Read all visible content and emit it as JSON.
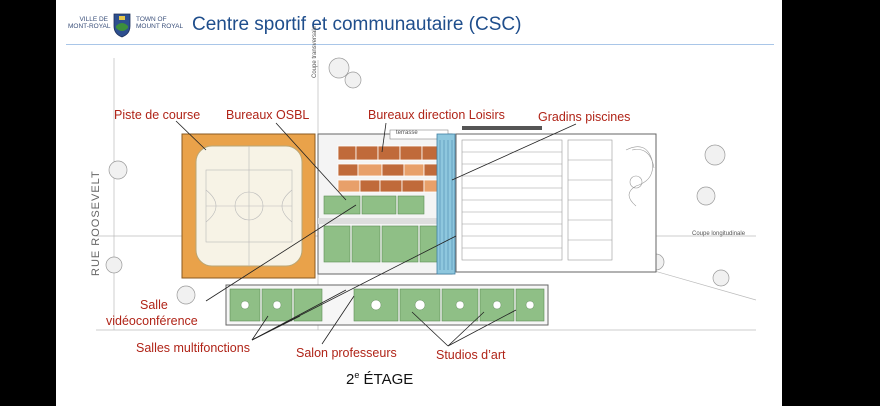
{
  "header": {
    "logo": {
      "left_text": [
        "VILLE DE",
        "MONT-ROYAL"
      ],
      "right_text": [
        "TOWN OF",
        "MOUNT ROYAL"
      ],
      "icon": "municipal-crest-icon"
    },
    "title": "Centre sportif et communautaire (CSC)"
  },
  "plan": {
    "street_label": "RUE ROOSEVELT",
    "terrace_label": "terrasse",
    "section_labels": [
      "Coupe transversale",
      "Coupe longitudinale"
    ],
    "floor": {
      "number": "2",
      "suffix": "e",
      "text": " ÉTAGE"
    },
    "callouts": [
      {
        "key": "piste",
        "label": "Piste de course"
      },
      {
        "key": "osbl",
        "label": "Bureaux OSBL"
      },
      {
        "key": "loisirs",
        "label": "Bureaux direction Loisirs"
      },
      {
        "key": "gradins",
        "label": "Gradins piscines"
      },
      {
        "key": "salle1",
        "label": "Salle"
      },
      {
        "key": "salle2",
        "label": "vidéoconférence"
      },
      {
        "key": "multi",
        "label": "Salles multifonctions"
      },
      {
        "key": "salon",
        "label": "Salon professeurs"
      },
      {
        "key": "studios",
        "label": "Studios d’art"
      }
    ]
  },
  "colors": {
    "title": "#1f4e8c",
    "callout": "#b02418",
    "track": "#e9a24a",
    "court": "#f7f3e6",
    "offices": "#c06a3a",
    "rooms": "#8fbf86",
    "pool_blue": "#8ec7de"
  }
}
